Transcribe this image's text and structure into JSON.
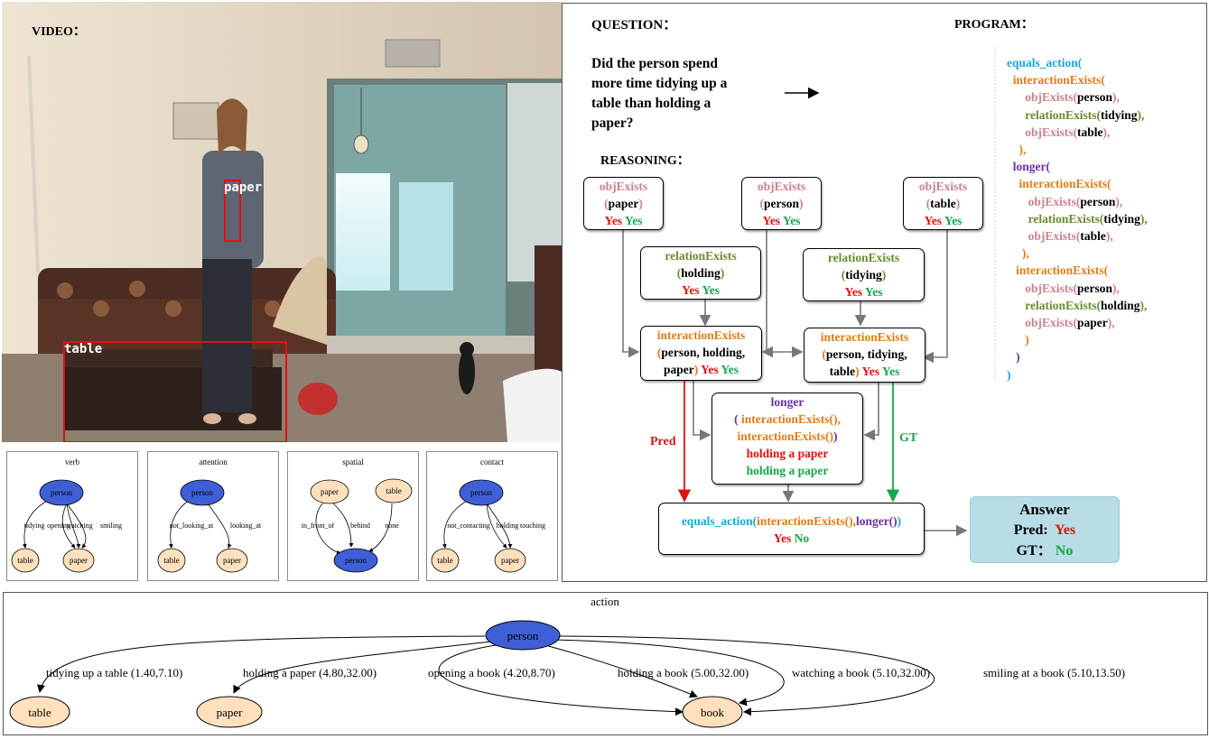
{
  "video": {
    "label": "VIDEO：",
    "paper_tag": "paper",
    "table_tag": "table"
  },
  "scene_graphs": [
    {
      "title": "verb",
      "center": "person",
      "edges": [
        "tidying",
        "opening",
        "watching",
        "smiling"
      ],
      "targets": [
        "table",
        "paper"
      ]
    },
    {
      "title": "attention",
      "center": "person",
      "edges": [
        "not_looking_at",
        "looking_at"
      ],
      "targets": [
        "table",
        "paper"
      ]
    },
    {
      "title": "spatial",
      "sources": [
        "paper",
        "table"
      ],
      "edges": [
        "in_front_of",
        "behind",
        "none"
      ],
      "target": "person"
    },
    {
      "title": "contact",
      "center": "person",
      "edges": [
        "not_contacting",
        "holding",
        "touching"
      ],
      "targets": [
        "table",
        "paper"
      ]
    }
  ],
  "question": {
    "label": "QUESTION：",
    "text_lines": [
      "Did the person spend",
      "more time tidying up a",
      "table than holding a",
      "paper?"
    ]
  },
  "program": {
    "label": "PROGRAM：",
    "lines": [
      [
        {
          "t": "equals_action(",
          "c": "cyan"
        }
      ],
      [
        {
          "t": "  interactionExists(",
          "c": "orange"
        }
      ],
      [
        {
          "t": "      objExists(",
          "c": "pink"
        },
        {
          "t": "person",
          "c": "blk"
        },
        {
          "t": "),",
          "c": "pink"
        }
      ],
      [
        {
          "t": "      relationExists(",
          "c": "olive"
        },
        {
          "t": "tidying",
          "c": "blk"
        },
        {
          "t": "),",
          "c": "olive"
        }
      ],
      [
        {
          "t": "      objExists(",
          "c": "pink"
        },
        {
          "t": "table",
          "c": "blk"
        },
        {
          "t": "),",
          "c": "pink"
        }
      ],
      [
        {
          "t": "    ),",
          "c": "orange"
        }
      ],
      [
        {
          "t": "  longer(",
          "c": "purple"
        }
      ],
      [
        {
          "t": "    interactionExists(",
          "c": "orange"
        }
      ],
      [
        {
          "t": "       objExists(",
          "c": "pink"
        },
        {
          "t": "person",
          "c": "blk"
        },
        {
          "t": "),",
          "c": "pink"
        }
      ],
      [
        {
          "t": "       relationExists(",
          "c": "olive"
        },
        {
          "t": "tidying",
          "c": "blk"
        },
        {
          "t": "),",
          "c": "olive"
        }
      ],
      [
        {
          "t": "       objExists(",
          "c": "pink"
        },
        {
          "t": "table",
          "c": "blk"
        },
        {
          "t": "),",
          "c": "pink"
        }
      ],
      [
        {
          "t": "     ),",
          "c": "orange"
        }
      ],
      [
        {
          "t": "   interactionExists(",
          "c": "orange"
        }
      ],
      [
        {
          "t": "      objExists(",
          "c": "pink"
        },
        {
          "t": "person",
          "c": "blk"
        },
        {
          "t": "),",
          "c": "pink"
        }
      ],
      [
        {
          "t": "      relationExists(",
          "c": "olive"
        },
        {
          "t": "holding",
          "c": "blk"
        },
        {
          "t": "),",
          "c": "olive"
        }
      ],
      [
        {
          "t": "      objExists(",
          "c": "pink"
        },
        {
          "t": "paper",
          "c": "blk"
        },
        {
          "t": "),",
          "c": "pink"
        }
      ],
      [
        {
          "t": "      )",
          "c": "orange"
        }
      ],
      [
        {
          "t": "   )",
          "c": "purple"
        }
      ],
      [
        {
          "t": ")",
          "c": "cyan"
        }
      ]
    ]
  },
  "reasoning": {
    "label": "REASONING：",
    "obj_paper": {
      "fn": "objExists",
      "open": "(",
      "arg": "paper",
      "close": ")",
      "pred": "Yes",
      "gt": "Yes"
    },
    "obj_person": {
      "fn": "objExists",
      "open": "(",
      "arg": "person",
      "close": ")",
      "pred": "Yes",
      "gt": "Yes"
    },
    "obj_table": {
      "fn": "objExists",
      "open": "(",
      "arg": "table",
      "close": ")",
      "pred": "Yes",
      "gt": "Yes"
    },
    "rel_holding": {
      "fn": "relationExists",
      "open": "(",
      "arg": "holding",
      "close": ")",
      "pred": "Yes",
      "gt": "Yes"
    },
    "rel_tidying": {
      "fn": "relationExists",
      "open": "(",
      "arg": "tidying",
      "close": ")",
      "pred": "Yes",
      "gt": "Yes"
    },
    "int_holding": {
      "fn": "interactionExists",
      "open": "(",
      "l2": "person, holding,",
      "l3": "paper",
      "close": ")",
      "pred": "Yes",
      "gt": "Yes"
    },
    "int_tidying": {
      "fn": "interactionExists",
      "open": "(",
      "l2": "person, tidying,",
      "l3": "table",
      "close": ")",
      "pred": "Yes",
      "gt": "Yes"
    },
    "longer": {
      "fn": "longer",
      "open": "(",
      "arg1": "interactionExists(),",
      "arg2": "interactionExists()",
      "close": ")",
      "pred_text": "holding a paper",
      "gt_text": "holding a paper"
    },
    "equals": {
      "fn": "equals_action(",
      "arg1": "interactionExists(),",
      "arg2": "longer()",
      "close": ")",
      "pred": "Yes",
      "gt": "No"
    },
    "pred_label": "Pred",
    "gt_label": "GT"
  },
  "answer": {
    "title": "Answer",
    "pred_label": "Pred:",
    "pred_value": "Yes",
    "gt_label": "GT：",
    "gt_value": "No"
  },
  "action_graph": {
    "title": "action",
    "center": "person",
    "nodes": [
      "table",
      "paper",
      "book"
    ],
    "edges": [
      "tidying up a table (1.40,7.10)",
      "holding a paper (4.80,32.00)",
      "opening a book (4.20,8.70)",
      "holding a book (5.00,32.00)",
      "watching a book (5.10,32.00)",
      "smiling at a book (5.10,13.50)"
    ]
  },
  "colors": {
    "node_blue": "#3f5fd6",
    "node_tan": "#fde0bd",
    "red": "#e01010",
    "green": "#17a64a",
    "answer_bg": "#b8dde6"
  }
}
